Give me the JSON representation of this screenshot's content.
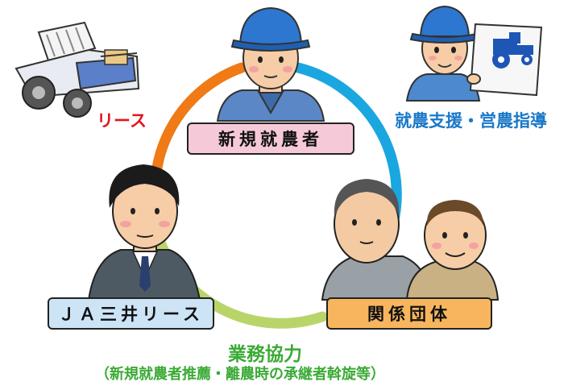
{
  "nodes": {
    "new_farmer": "新規就農者",
    "ja": "ＪＡ三井リース",
    "org": "関係団体"
  },
  "labels": {
    "lease": "リース",
    "support": "就農支援・営農指導",
    "cooperation": "業務協力",
    "cooperation_detail": "（新規就農者推薦・離農時の承継者斡旋等）"
  },
  "colors": {
    "arc_orange": "#f07a16",
    "arc_blue": "#1aa7df",
    "arc_green": "#b9d56a",
    "lease_text": "#e3141e",
    "support_text": "#1a78c8",
    "cooperation_text": "#3aaa35",
    "box_pink": "#f6c9d9",
    "box_blue": "#cce4f5",
    "box_orange": "#f7b65e"
  },
  "icons": [
    "rice-planter-icon",
    "tractor-icon"
  ]
}
